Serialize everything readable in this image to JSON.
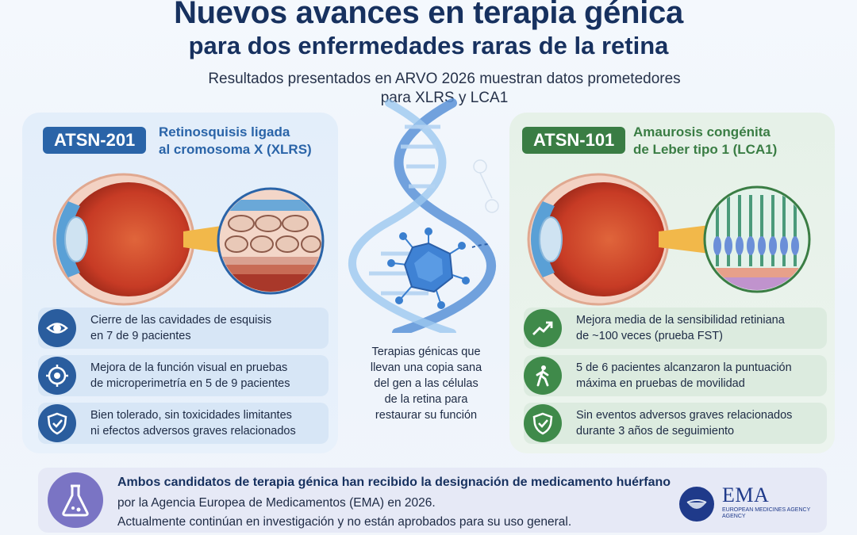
{
  "header": {
    "title_line1": "Nuevos avances en terapia génica",
    "title_line2": "para dos enfermedades raras de la retina",
    "subtitle_line1": "Resultados presentados en ARVO 2026 muestran datos prometedores",
    "subtitle_line2": "para XLRS y LCA1"
  },
  "left": {
    "code": "ATSN-201",
    "disease_line1": "Retinosquisis ligada",
    "disease_line2": "al cromosoma X (XLRS)",
    "accent": "#2a64a8",
    "items": [
      {
        "icon": "eye-icon",
        "line1": "Cierre de las cavidades de esquisis",
        "line2": "en 7 de 9 pacientes"
      },
      {
        "icon": "target-icon",
        "line1": "Mejora de la función visual en pruebas",
        "line2": "de microperimetría en 5 de 9 pacientes"
      },
      {
        "icon": "shield-check-icon",
        "line1": "Bien tolerado, sin toxicidades limitantes",
        "line2": "ni efectos adversos graves relacionados"
      }
    ]
  },
  "right": {
    "code": "ATSN-101",
    "disease_line1": "Amaurosis congénita",
    "disease_line2": "de Leber tipo 1 (LCA1)",
    "accent": "#3a7d44",
    "items": [
      {
        "icon": "trend-up-icon",
        "line1": "Mejora media de la sensibilidad retiniana",
        "line2": "de ~100 veces (prueba FST)"
      },
      {
        "icon": "walking-person-icon",
        "line1": "5 de 6 pacientes alcanzaron la puntuación",
        "line2": "máxima en pruebas de movilidad"
      },
      {
        "icon": "shield-check-icon",
        "line1": "Sin eventos adversos graves relacionados",
        "line2": "durante 3 años de seguimiento"
      }
    ]
  },
  "center": {
    "line1": "Terapias génicas que",
    "line2": "llevan una copia sana",
    "line3": "del gen a las células",
    "line4": "de la retina para",
    "line5": "restaurar su función"
  },
  "footer": {
    "bold": "Ambos candidatos de terapia génica han recibido la designación de medicamento huérfano",
    "line2": "por la Agencia Europea de Medicamentos (EMA) en 2026.",
    "line3": "Actualmente continúan en investigación y no están aprobados para su uso general.",
    "icon": "flask-icon",
    "logo_text": "EMA",
    "logo_sub_line1": "EUROPEAN MEDICINES AGENCY",
    "logo_sub_line2": "AGENCY"
  }
}
